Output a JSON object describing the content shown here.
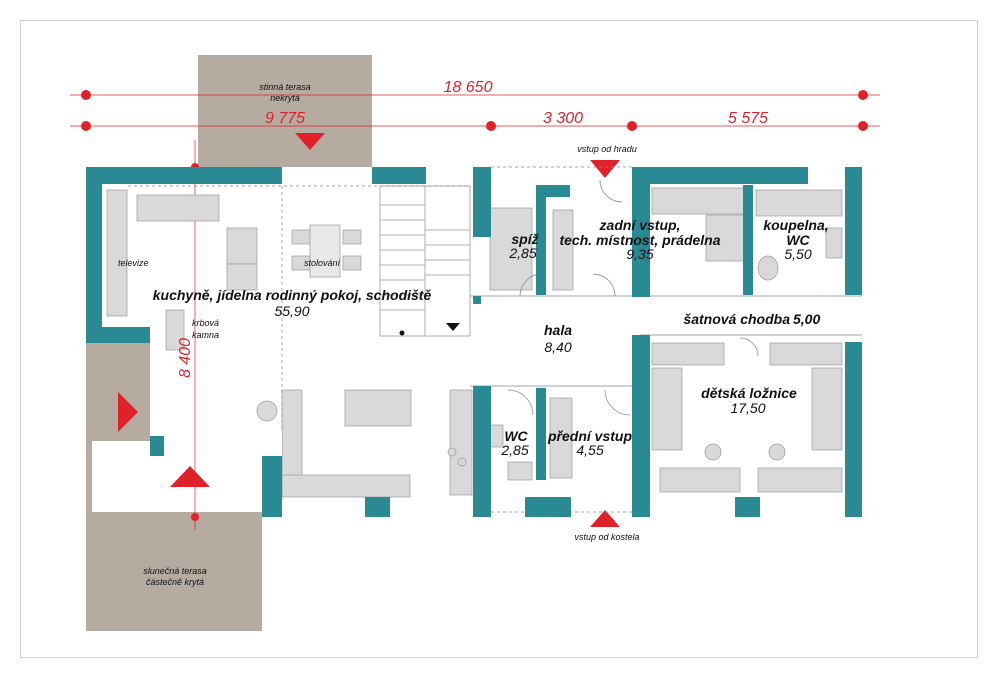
{
  "colors": {
    "wall": "#2a8a94",
    "terrace": "#b5aba0",
    "furniture": "#d9d9d9",
    "dimension": "#e0212a"
  },
  "dimensions": {
    "total_width": "18 650",
    "left_part": "9 775",
    "middle_part": "3 300",
    "right_part": "5 575",
    "depth": "8 400"
  },
  "terraces": {
    "shaded": {
      "line1": "stinná terasa",
      "line2": "nekrytá"
    },
    "sunny": {
      "line1": "slunečná terasa",
      "line2": "částečně krytá"
    }
  },
  "entrances": {
    "from_castle": "vstup od hradu",
    "from_church": "vstup od kostela"
  },
  "rooms": {
    "living": {
      "name": "kuchyně, jídelna rodinný pokoj, schodiště",
      "area": "55,90"
    },
    "pantry": {
      "name": "spíž",
      "area": "2,85"
    },
    "utility": {
      "name_line1": "zadní vstup,",
      "name_line2": "tech. místnost, prádelna",
      "area": "9,35"
    },
    "bathroom": {
      "name_line1": "koupelna,",
      "name_line2": "WC",
      "area": "5,50"
    },
    "hall": {
      "name": "hala",
      "area": "8,40"
    },
    "corridor": {
      "name": "šatnová chodba",
      "area": "5,00"
    },
    "wc": {
      "name": "WC",
      "area": "2,85"
    },
    "front_entry": {
      "name": "přední vstup",
      "area": "4,55"
    },
    "kids_bedroom": {
      "name": "dětská ložnice",
      "area": "17,50"
    }
  },
  "furniture_labels": {
    "tv": "televize",
    "dining": "stolování",
    "stove_line1": "krbová",
    "stove_line2": "kamna"
  }
}
